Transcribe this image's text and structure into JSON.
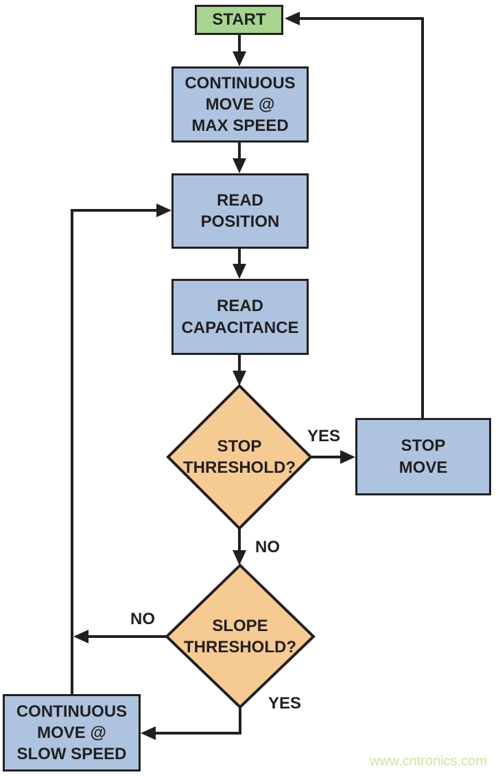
{
  "diagram": {
    "type": "flowchart",
    "colors": {
      "start_fill": "#a7d491",
      "process_fill": "#aec3e0",
      "decision_fill": "#f5ca93",
      "line": "#231f20",
      "text": "#231f20",
      "watermark": "#c9e6a4",
      "background": "#ffffff"
    },
    "nodes": {
      "start": "START",
      "continuous_move_max": "CONTINUOUS\nMOVE @\nMAX SPEED",
      "read_position": "READ\nPOSITION",
      "read_capacitance": "READ\nCAPACITANCE",
      "stop_threshold": "STOP\nTHRESHOLD?",
      "stop_move": "STOP\nMOVE",
      "slope_threshold": "SLOPE\nTHRESHOLD?",
      "continuous_move_slow": "CONTINUOUS\nMOVE @\nSLOW SPEED"
    },
    "edge_labels": {
      "stop_threshold_yes": "YES",
      "stop_threshold_no": "NO",
      "slope_threshold_no": "NO",
      "slope_threshold_yes": "YES"
    },
    "watermark": "www.cntronics.com"
  }
}
